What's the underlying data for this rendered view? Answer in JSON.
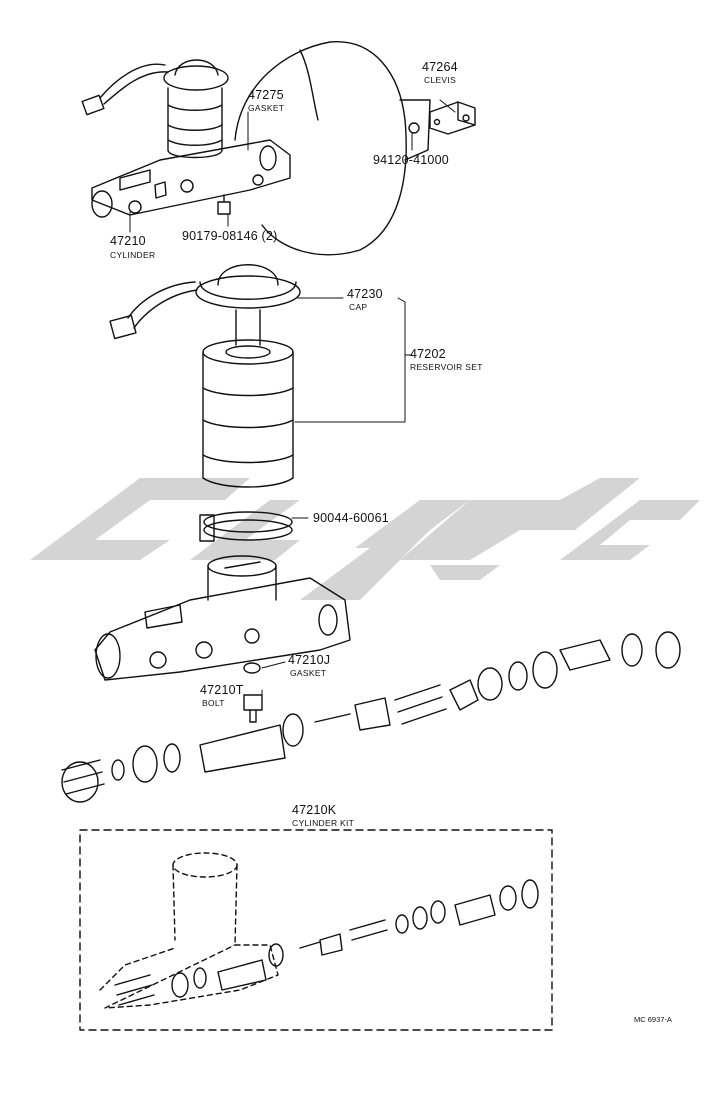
{
  "labels": [
    {
      "id": "47264",
      "name": "CLEVIS"
    },
    {
      "id": "47275",
      "name": "GASKET"
    },
    {
      "id": "94120-41000",
      "name": ""
    },
    {
      "id": "47210",
      "name": "CYLINDER"
    },
    {
      "id": "90179-08146 (2)",
      "name": ""
    },
    {
      "id": "47230",
      "name": "CAP"
    },
    {
      "id": "47202",
      "name": "RESERVOIR SET"
    },
    {
      "id": "90044-60061",
      "name": ""
    },
    {
      "id": "47210J",
      "name": "GASKET"
    },
    {
      "id": "47210T",
      "name": "BOLT"
    },
    {
      "id": "47210K",
      "name": "CYLINDER KIT"
    }
  ],
  "figure_ref": "MC 6937-A",
  "colors": {
    "line": "#111111",
    "watermark": "#c9c9c9",
    "paper": "#ffffff"
  }
}
